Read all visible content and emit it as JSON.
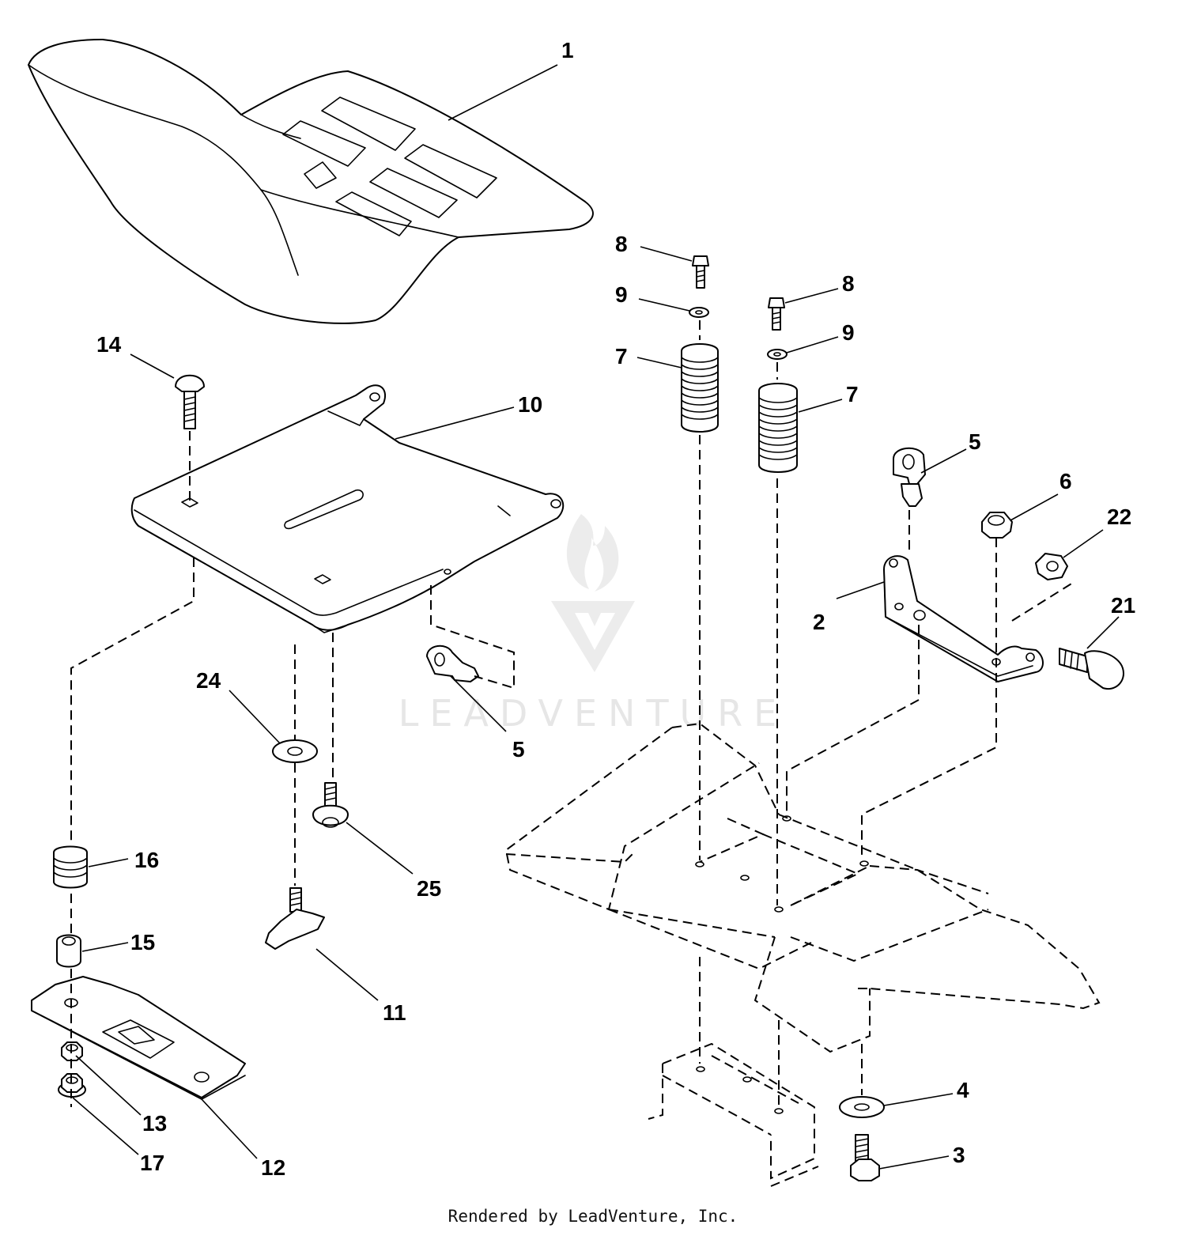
{
  "watermark": {
    "text": "LEADVENTURE"
  },
  "footer": {
    "text": "Rendered by LeadVenture, Inc."
  },
  "callouts": {
    "c1": "1",
    "c14": "14",
    "c10": "10",
    "c8a": "8",
    "c9a": "9",
    "c7a": "7",
    "c8b": "8",
    "c9b": "9",
    "c7b": "7",
    "c5a": "5",
    "c6": "6",
    "c22": "22",
    "c2": "2",
    "c21": "21",
    "c24": "24",
    "c5b": "5",
    "c16": "16",
    "c25": "25",
    "c15": "15",
    "c11": "11",
    "c13": "13",
    "c12": "12",
    "c17": "17",
    "c4": "4",
    "c3": "3"
  }
}
